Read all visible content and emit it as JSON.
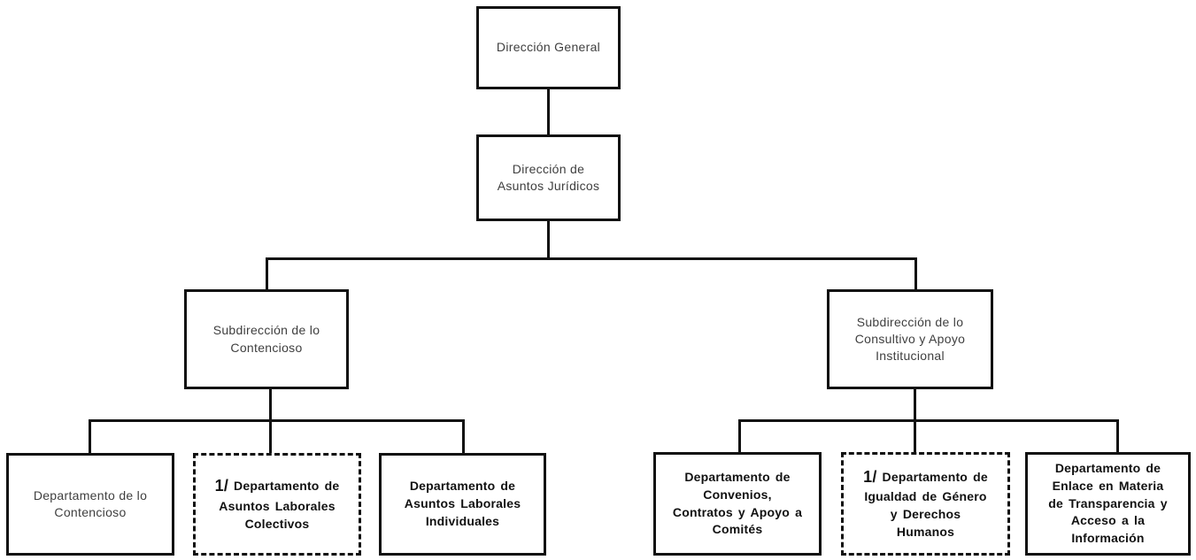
{
  "colors": {
    "background": "#ffffff",
    "box_fill": "#ffffff",
    "box_border": "#111111",
    "connector_line": "#111111",
    "text_regular": "#3f3f3f",
    "text_bold": "#111111"
  },
  "org_chart": {
    "type": "organizational-chart",
    "footnote_marker": "1/",
    "nodes": [
      {
        "id": "direccion-general",
        "level": 1,
        "parent": null,
        "label": "Dirección General"
      },
      {
        "id": "direccion-asuntos-juridicos",
        "level": 2,
        "parent": "direccion-general",
        "label": "Dirección de\nAsuntos Jurídicos"
      },
      {
        "id": "subdireccion-contencioso",
        "level": 3,
        "parent": "direccion-asuntos-juridicos",
        "label": "Subdirección de lo\nContencioso"
      },
      {
        "id": "subdireccion-consultivo",
        "level": 3,
        "parent": "direccion-asuntos-juridicos",
        "label": "Subdirección de lo\nConsultivo y Apoyo\nInstitucional"
      },
      {
        "id": "departamento-contencioso",
        "level": 4,
        "parent": "subdireccion-contencioso",
        "label": "Departamento de lo\nContencioso"
      },
      {
        "id": "departamento-asuntos-laborales-colectivos",
        "level": 4,
        "parent": "subdireccion-contencioso",
        "prefix": "1/",
        "dashed_border": true,
        "label": "Departamento de\nAsuntos Laborales\nColectivos"
      },
      {
        "id": "departamento-asuntos-laborales-individuales",
        "level": 4,
        "parent": "subdireccion-contencioso",
        "label": "Departamento de\nAsuntos Laborales\nIndividuales"
      },
      {
        "id": "departamento-convenios",
        "level": 4,
        "parent": "subdireccion-consultivo",
        "label": "Departamento de\nConvenios,\nContratos y Apoyo a\nComités"
      },
      {
        "id": "departamento-igualdad-genero",
        "level": 4,
        "parent": "subdireccion-consultivo",
        "prefix": "1/",
        "dashed_border": true,
        "label": "Departamento de\nIgualdad de Género\ny Derechos\nHumanos"
      },
      {
        "id": "departamento-enlace-transparencia",
        "level": 4,
        "parent": "subdireccion-consultivo",
        "label": "Departamento de\nEnlace en Materia\nde Transparencia y\nAcceso a la\nInformación"
      }
    ]
  }
}
